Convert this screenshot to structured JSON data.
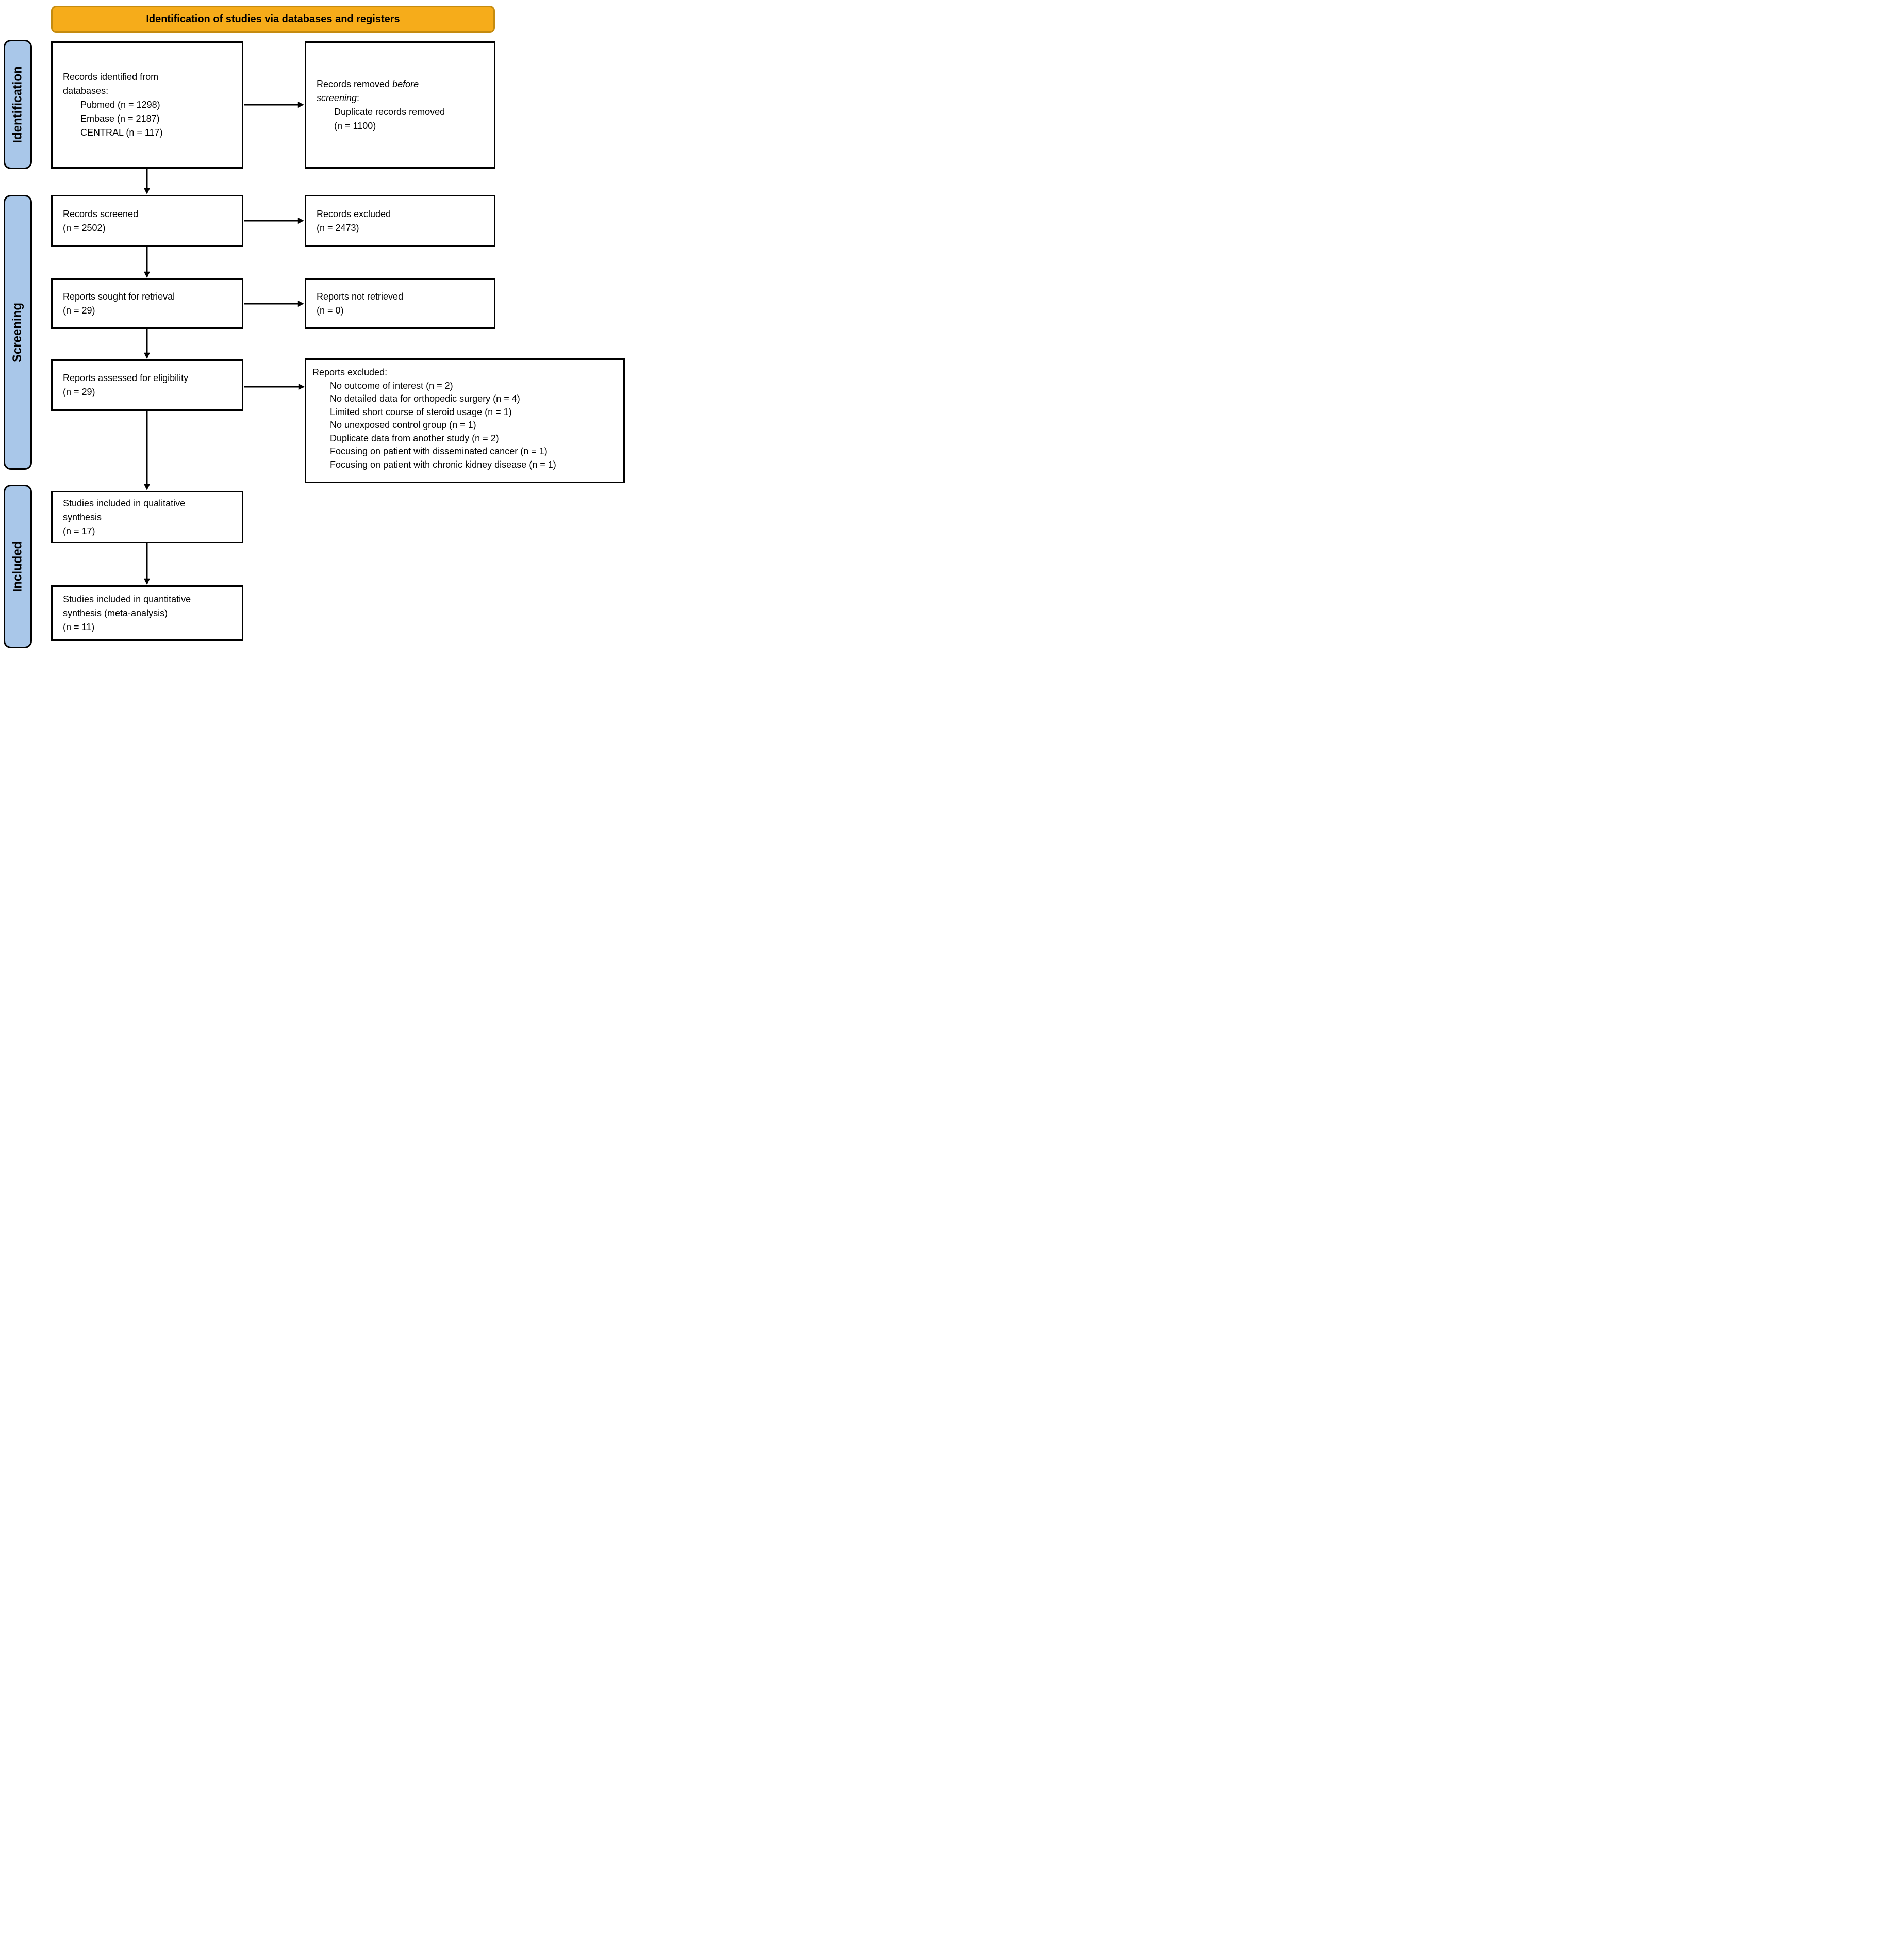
{
  "header": {
    "title": "Identification of studies via databases and registers"
  },
  "stages": {
    "identification": "Identification",
    "screening": "Screening",
    "included": "Included"
  },
  "colors": {
    "header_fill": "#F6AC1A",
    "header_border": "#C58B0F",
    "stage_fill": "#A9C7E9",
    "box_border": "#000000",
    "arrow": "#000000",
    "text": "#000000",
    "background": "#FFFFFF"
  },
  "boxes": {
    "records_identified": {
      "lines": [
        "Records identified from",
        "databases:"
      ],
      "sub_lines": [
        "Pubmed (n = 1298)",
        "Embase (n = 2187)",
        "CENTRAL (n = 117)"
      ]
    },
    "records_removed": {
      "lines": [
        [
          {
            "text": "Records removed ",
            "italic": false
          },
          {
            "text": "before",
            "italic": true
          }
        ],
        [
          {
            "text": "screening",
            "italic": true
          },
          {
            "text": ":",
            "italic": false
          }
        ]
      ],
      "sub_lines": [
        "Duplicate records removed",
        "(n = 1100)"
      ]
    },
    "records_screened": {
      "lines": [
        "Records screened",
        "(n = 2502)"
      ]
    },
    "records_excluded": {
      "lines": [
        "Records excluded",
        "(n = 2473)"
      ]
    },
    "reports_sought": {
      "lines": [
        "Reports sought for retrieval",
        "(n = 29)"
      ]
    },
    "reports_not_retrieved": {
      "lines": [
        "Reports not retrieved",
        "(n = 0)"
      ]
    },
    "reports_assessed": {
      "lines": [
        "Reports assessed for eligibility",
        "(n = 29)"
      ]
    },
    "reports_excluded": {
      "lines": [
        "Reports excluded:"
      ],
      "sub_lines": [
        "No outcome of interest (n = 2)",
        "No detailed data for orthopedic surgery (n = 4)",
        "Limited short course of steroid usage (n = 1)",
        "No unexposed control group (n = 1)",
        "Duplicate data from another study (n = 2)",
        "Focusing on patient with disseminated cancer (n = 1)",
        "Focusing on patient with chronic kidney disease (n = 1)"
      ]
    },
    "qualitative_synthesis": {
      "lines": [
        "Studies included in qualitative",
        "synthesis",
        "(n = 17)"
      ]
    },
    "quantitative_synthesis": {
      "lines": [
        "Studies included in quantitative",
        "synthesis (meta-analysis)",
        "(n = 11)"
      ]
    }
  }
}
